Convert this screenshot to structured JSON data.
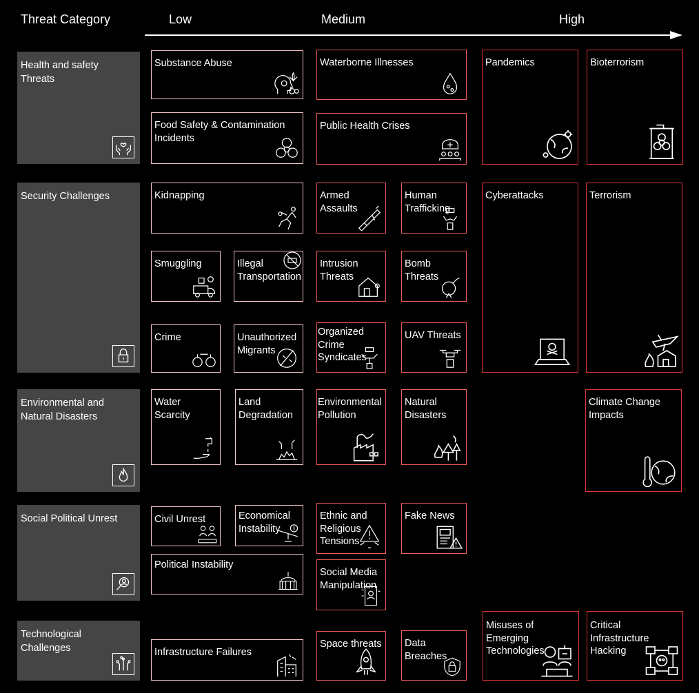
{
  "header": {
    "category_label": "Threat Category",
    "levels": [
      "Low",
      "Medium",
      "High"
    ]
  },
  "categories": [
    {
      "label": "Health and safety\nThreats",
      "icon": "hands-heart-icon"
    },
    {
      "label": "Security Challenges",
      "icon": "lock-icon"
    },
    {
      "label": "Environmental and\nNatural Disasters",
      "icon": "flame-icon"
    },
    {
      "label": "Social Political Unrest",
      "icon": "person-search-icon"
    },
    {
      "label": "Technological\nChallenges",
      "icon": "circuit-icon"
    }
  ],
  "threats": {
    "substance_abuse": {
      "label": "Substance Abuse",
      "level": "Low",
      "icon": "head-leaf-pills-icon"
    },
    "food_safety": {
      "label": "Food Safety & Contamination\nIncidents",
      "level": "Low",
      "icon": "biohazard-icon"
    },
    "waterborne": {
      "label": "Waterborne Illnesses",
      "level": "Medium",
      "icon": "water-drop-germs-icon"
    },
    "public_health": {
      "label": "Public Health Crises",
      "level": "Medium",
      "icon": "health-shield-crowd-icon"
    },
    "pandemics": {
      "label": "Pandemics",
      "level": "High",
      "icon": "globe-virus-icon"
    },
    "bioterrorism": {
      "label": "Bioterrorism",
      "level": "High",
      "icon": "biohazard-barrel-icon"
    },
    "kidnapping": {
      "label": "Kidnapping",
      "level": "Low",
      "icon": "person-running-icon"
    },
    "armed_assaults": {
      "label": "Armed\nAssaults",
      "level": "Medium",
      "icon": "rifle-icon"
    },
    "human_trafficking": {
      "label": "Human\nTrafficking",
      "level": "Medium",
      "icon": "hands-chain-icon"
    },
    "smuggling": {
      "label": "Smuggling",
      "level": "Low",
      "icon": "truck-boxes-icon"
    },
    "illegal_transport": {
      "label": "Illegal\nTransportation",
      "level": "Low",
      "icon": "no-vehicle-icon"
    },
    "intrusion": {
      "label": "Intrusion\nThreats",
      "level": "Medium",
      "icon": "house-intruder-icon"
    },
    "bomb": {
      "label": "Bomb\nThreats",
      "level": "Medium",
      "icon": "bomb-icon"
    },
    "crime": {
      "label": "Crime",
      "level": "Low",
      "icon": "handcuffs-icon"
    },
    "unauthorized_migrants": {
      "label": "Unauthorized\nMigrants",
      "level": "Low",
      "icon": "globe-people-icon"
    },
    "organized_crime": {
      "label": "Organized\nCrime\nSyndicates",
      "level": "Medium",
      "icon": "network-hands-icon"
    },
    "uav": {
      "label": "UAV Threats",
      "level": "Medium",
      "icon": "drone-icon"
    },
    "cyberattacks": {
      "label": "Cyberattacks",
      "level": "High",
      "icon": "laptop-skull-icon"
    },
    "terrorism": {
      "label": "Terrorism",
      "level": "High",
      "icon": "plane-fire-icon"
    },
    "water_scarcity": {
      "label": "Water\nScarcity",
      "level": "Low",
      "icon": "faucet-hand-icon"
    },
    "land_degradation": {
      "label": "Land\nDegradation",
      "level": "Low",
      "icon": "cracked-land-icon"
    },
    "env_pollution": {
      "label": "Environmental\nPollution",
      "level": "Medium",
      "icon": "factory-smoke-icon"
    },
    "natural_disasters": {
      "label": "Natural\nDisasters",
      "level": "Medium",
      "icon": "fire-trees-icon"
    },
    "climate_change": {
      "label": "Climate Change\nImpacts",
      "level": "High",
      "icon": "thermometer-globe-icon"
    },
    "civil_unrest": {
      "label": "Civil Unrest",
      "level": "Low",
      "icon": "protest-people-icon"
    },
    "econ_instability": {
      "label": "Economical\nInstability",
      "level": "Low",
      "icon": "money-seesaw-icon"
    },
    "political_instability": {
      "label": "Political Instability",
      "level": "Low",
      "icon": "capitol-building-icon"
    },
    "ethnic_religious": {
      "label": "Ethnic and\nReligious\nTensions",
      "level": "Medium",
      "icon": "warning-symbols-icon"
    },
    "fake_news": {
      "label": "Fake News",
      "level": "Medium",
      "icon": "newspaper-warning-icon"
    },
    "social_media": {
      "label": "Social Media\nManipulation",
      "level": "Medium",
      "icon": "phone-social-icon"
    },
    "misuses_tech": {
      "label": "Misuses of\nEmerging\nTechnologies",
      "level": "High",
      "icon": "robot-hacker-icon"
    },
    "critical_infra": {
      "label": "Critical\nInfrastructure\nHacking",
      "level": "High",
      "icon": "skull-network-icon"
    },
    "infra_failures": {
      "label": "Infrastructure Failures",
      "level": "Low",
      "icon": "collapsing-building-icon"
    },
    "space": {
      "label": "Space threats",
      "level": "Medium",
      "icon": "rocket-icon"
    },
    "data_breaches": {
      "label": "Data\nBreaches",
      "level": "Medium",
      "icon": "shield-lock-icon"
    }
  }
}
